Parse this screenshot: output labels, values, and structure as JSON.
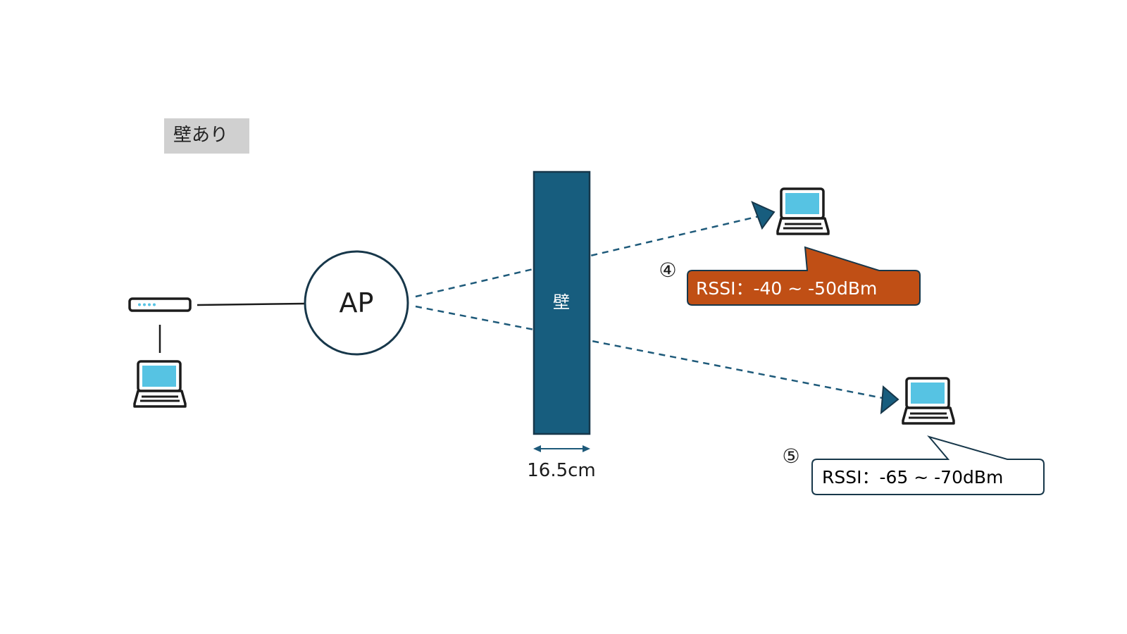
{
  "header_tag": {
    "label": "壁あり",
    "background_color": "#d0d0d0"
  },
  "access_point": {
    "label": "AP"
  },
  "wall": {
    "label": "壁",
    "thickness_label": "16.5cm",
    "color": "#175d7e"
  },
  "measurements": [
    {
      "number": "④",
      "rssi_label": "RSSI：-40 ~ -50dBm",
      "callout_color": "#c04f15",
      "text_color": "#ffffff"
    },
    {
      "number": "⑤",
      "rssi_label": "RSSI：-65 ~ -70dBm",
      "callout_color": "#ffffff",
      "text_color": "#000000"
    }
  ],
  "icons": {
    "router": "router-icon",
    "laptop": "laptop-icon"
  },
  "colors": {
    "signal_line": "#1e5a7a",
    "laptop_screen": "#56c3e3",
    "outline": "#1c1c1c",
    "arrow_head": "#175d7e"
  }
}
